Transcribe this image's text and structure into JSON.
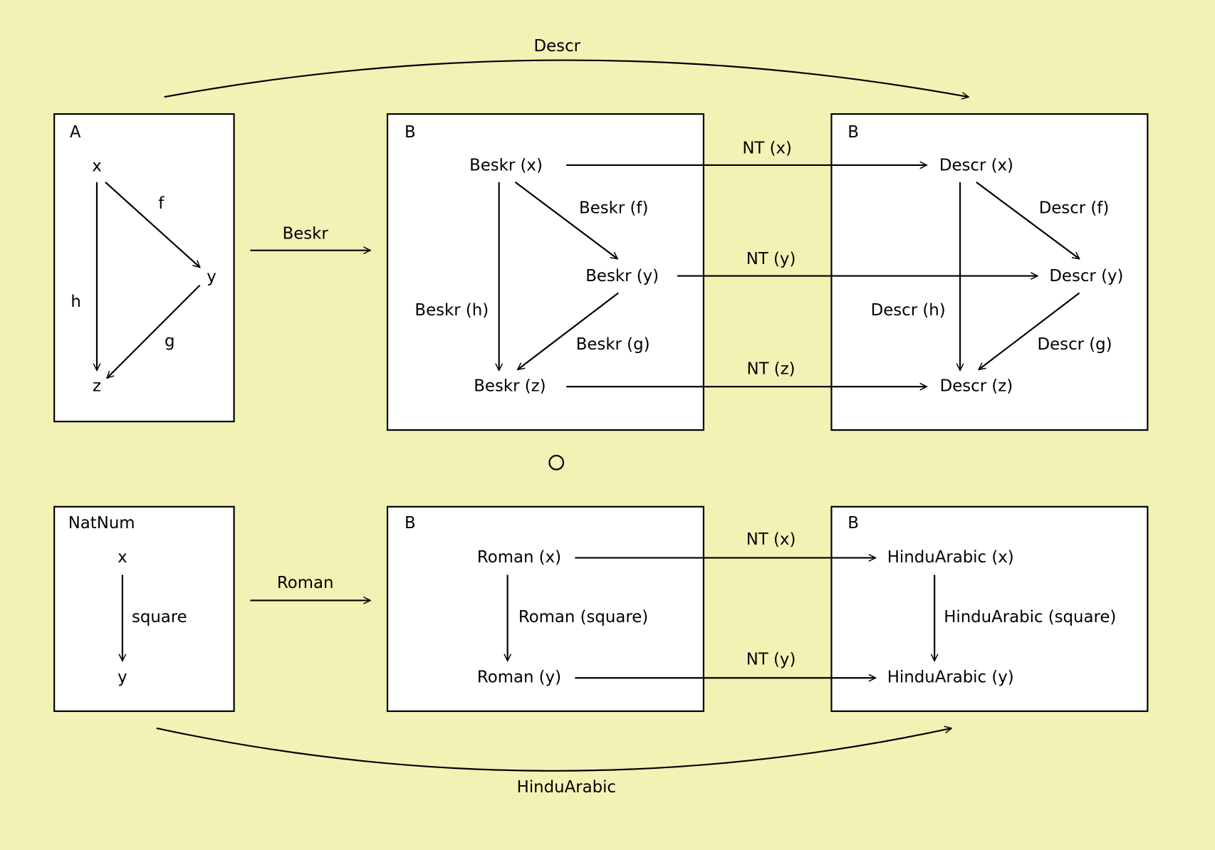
{
  "colors": {
    "background": "#f3f2b5",
    "box_fill": "#ffffff",
    "stroke": "#000000"
  },
  "top": {
    "descr_functor": "Descr",
    "beskr_functor": "Beskr",
    "composition_symbol": "○",
    "box_a": {
      "title": "A",
      "x": "x",
      "y": "y",
      "z": "z",
      "f": "f",
      "g": "g",
      "h": "h"
    },
    "box_b1": {
      "title": "B",
      "x": "Beskr (x)",
      "y": "Beskr (y)",
      "z": "Beskr (z)",
      "f": "Beskr (f)",
      "g": "Beskr (g)",
      "h": "Beskr (h)"
    },
    "box_b2": {
      "title": "B",
      "x": "Descr (x)",
      "y": "Descr (y)",
      "z": "Descr (z)",
      "f": "Descr (f)",
      "g": "Descr (g)",
      "h": "Descr (h)"
    },
    "nt": {
      "x": "NT (x)",
      "y": "NT (y)",
      "z": "NT (z)"
    }
  },
  "bottom": {
    "roman_functor": "Roman",
    "hinduarabic_functor": "HinduArabic",
    "box_natnum": {
      "title": "NatNum",
      "x": "x",
      "y": "y",
      "square": "square"
    },
    "box_b3": {
      "title": "B",
      "x": "Roman (x)",
      "y": "Roman (y)",
      "square": "Roman (square)"
    },
    "box_b4": {
      "title": "B",
      "x": "HinduArabic (x)",
      "y": "HinduArabic (y)",
      "square": "HinduArabic (square)"
    },
    "nt": {
      "x": "NT (x)",
      "y": "NT (y)"
    }
  }
}
